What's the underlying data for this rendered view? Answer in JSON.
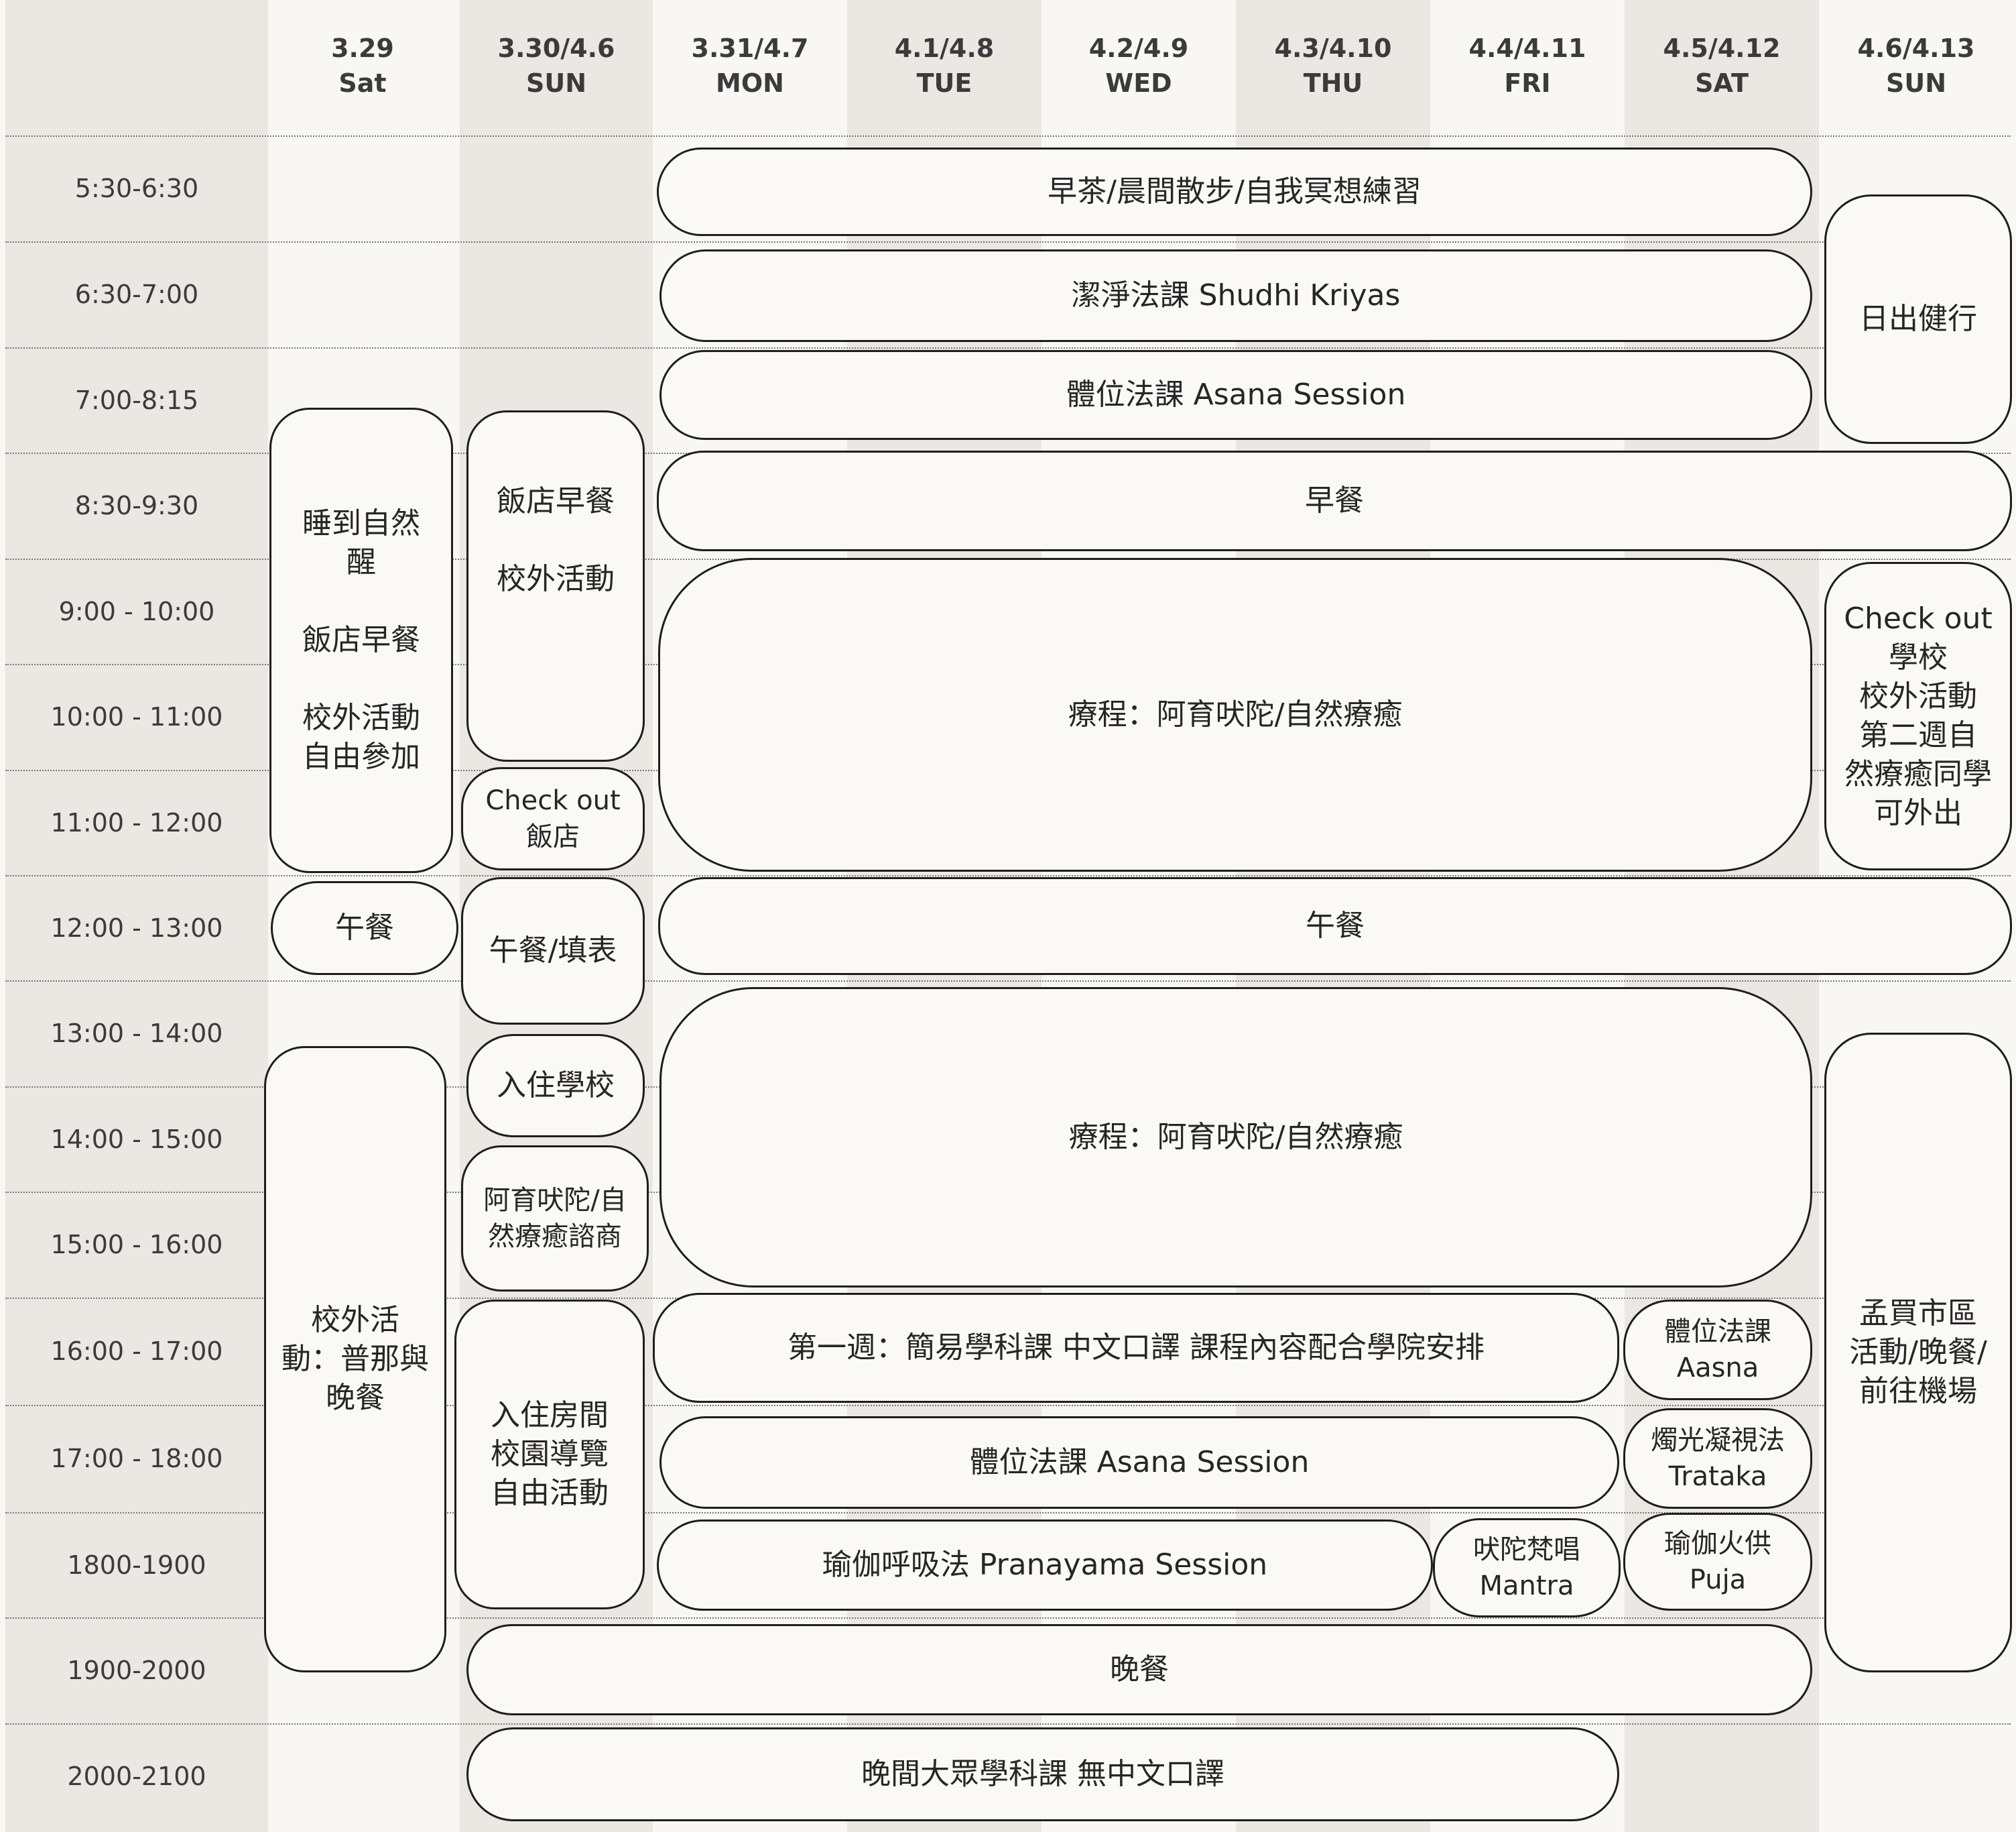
{
  "days": [
    {
      "date": "3.29",
      "dow": "Sat"
    },
    {
      "date": "3.30/4.6",
      "dow": "SUN"
    },
    {
      "date": "3.31/4.7",
      "dow": "MON"
    },
    {
      "date": "4.1/4.8",
      "dow": "TUE"
    },
    {
      "date": "4.2/4.9",
      "dow": "WED"
    },
    {
      "date": "4.3/4.10",
      "dow": "THU"
    },
    {
      "date": "4.4/4.11",
      "dow": "FRI"
    },
    {
      "date": "4.5/4.12",
      "dow": "SAT"
    },
    {
      "date": "4.6/4.13",
      "dow": "SUN"
    }
  ],
  "times": [
    "5:30-6:30",
    "6:30-7:00",
    "7:00-8:15",
    "8:30-9:30",
    "9:00 - 10:00",
    "10:00 - 11:00",
    "11:00 - 12:00",
    "12:00 - 13:00",
    "13:00 - 14:00",
    "14:00 - 15:00",
    "15:00 - 16:00",
    "16:00 - 17:00",
    "17:00 - 18:00",
    "1800-1900",
    "1900-2000",
    "2000-2100"
  ],
  "events": {
    "morning_tea": "早茶/晨間散步/自我冥想練習",
    "shudhi": "潔淨法課 Shudhi Kriyas",
    "asana_am": "體位法課 Asana Session",
    "breakfast": "早餐",
    "therapy_am": "療程：阿育吠陀/自然療癒",
    "lunch_main": "午餐",
    "therapy_pm": "療程：阿育吠陀/自然療癒",
    "week1_class": "第一週：簡易學科課 中文口譯 課程內容配合學院安排",
    "asana_pm": "體位法課 Asana Session",
    "pranayama": "瑜伽呼吸法 Pranayama Session",
    "mantra": [
      "吠陀梵唱",
      "Mantra"
    ],
    "sat_asana": [
      "體位法課",
      "Aasna"
    ],
    "trataka": [
      "燭光凝視法",
      "Trataka"
    ],
    "puja": [
      "瑜伽火供",
      "Puja"
    ],
    "dinner": "晚餐",
    "evening_class": "晚間大眾學科課  無中文口譯",
    "sat_morning": [
      "睡到自然",
      "醒",
      "",
      "飯店早餐",
      "",
      "校外活動",
      "自由參加"
    ],
    "sat_lunch": "午餐",
    "sat_afternoon": [
      "校外活",
      "動：普那與",
      "晚餐"
    ],
    "sun_morning": [
      "飯店早餐",
      "",
      "校外活動"
    ],
    "sun_checkout": [
      "Check out",
      "飯店"
    ],
    "sun_lunch": "午餐/填表",
    "sun_checkin": "入住學校",
    "sun_consult": [
      "阿育吠陀/自",
      "然療癒諮商"
    ],
    "sun_room": [
      "入住房間",
      "校園導覽",
      "自由活動"
    ],
    "last_sunrise": "日出健行",
    "last_checkout": [
      "Check out",
      "學校",
      "校外活動",
      "第二週自",
      "然療癒同學",
      "可外出"
    ],
    "last_mumbai": [
      "孟買市區",
      "活動/晚餐/",
      "前往機場"
    ]
  },
  "colors": {
    "background": "#f9f7f3",
    "shaded_column": "#ebe7e2",
    "border": "#1e1e1e",
    "text": "#333333"
  }
}
